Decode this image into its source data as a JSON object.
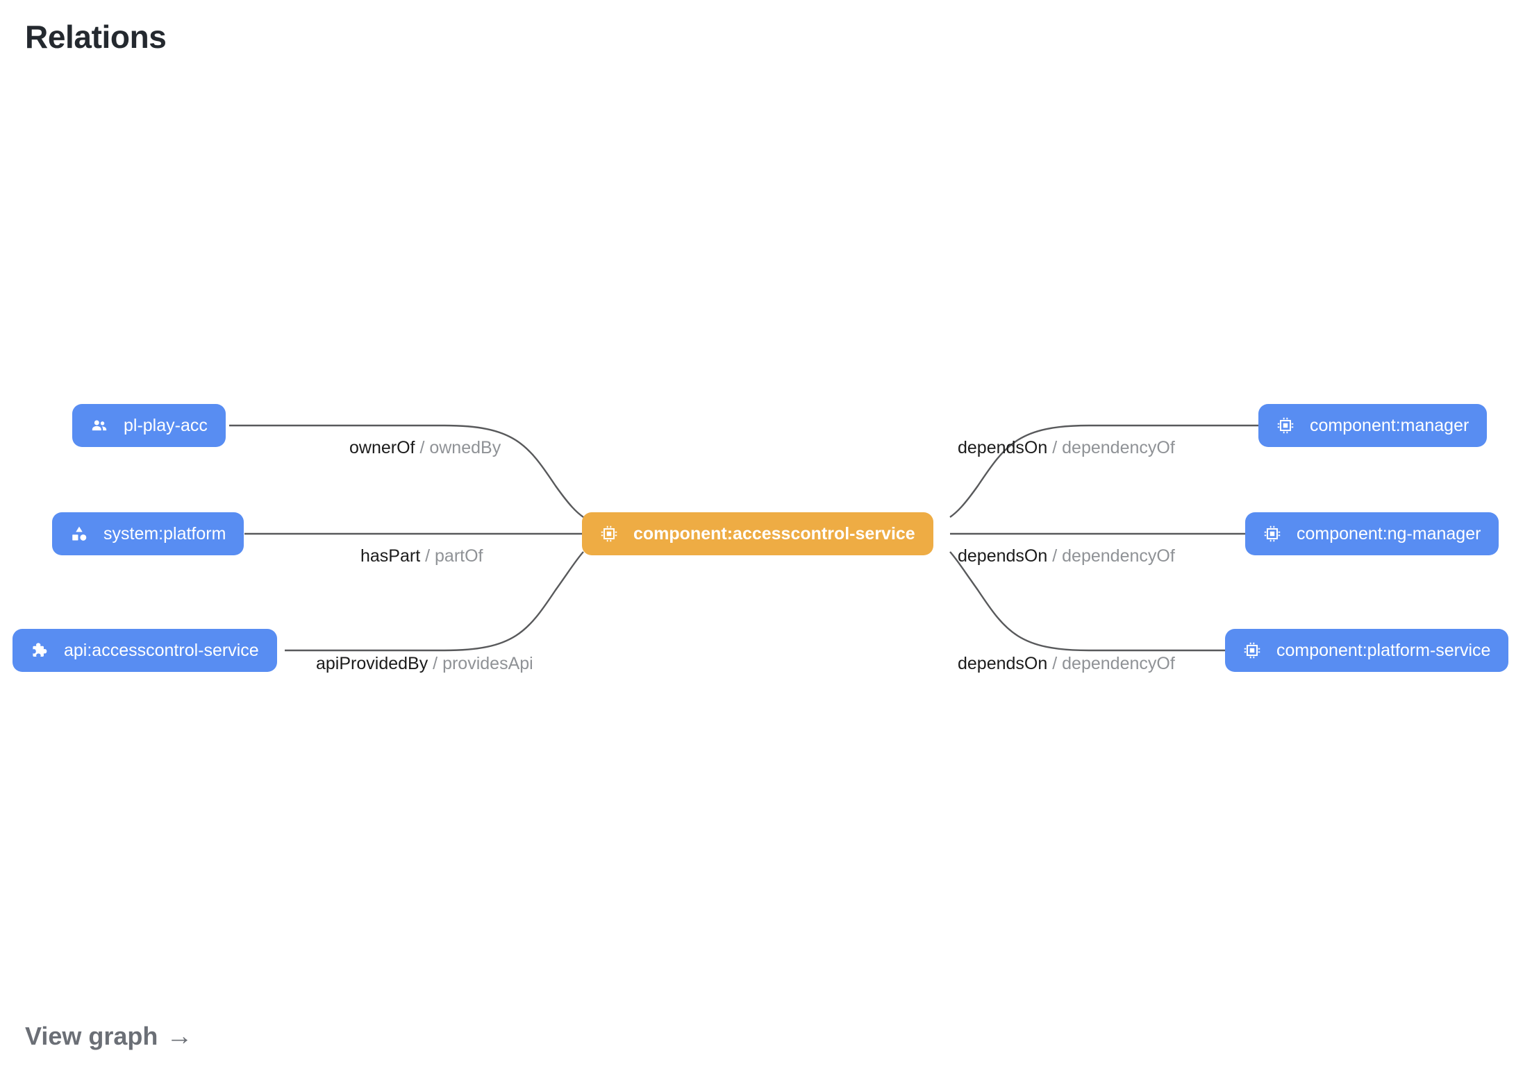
{
  "page": {
    "title": "Relations"
  },
  "footer": {
    "view_graph_label": "View graph",
    "arrow_glyph": "→"
  },
  "colors": {
    "node_default": "#588df2",
    "node_focus": "#eeac44",
    "edge_stroke": "#58595b",
    "label_primary": "#1b1b1b",
    "label_secondary": "#8f9296",
    "title": "#24292f",
    "footer_link": "#6b6f76",
    "background": "#ffffff"
  },
  "graph": {
    "nodes": [
      {
        "id": "owner",
        "label": "pl-play-acc",
        "icon": "group-icon",
        "kind": "group",
        "focus": false
      },
      {
        "id": "system",
        "label": "system:platform",
        "icon": "category-icon",
        "kind": "system",
        "focus": false
      },
      {
        "id": "api",
        "label": "api:accesscontrol-service",
        "icon": "puzzle-piece-icon",
        "kind": "api",
        "focus": false
      },
      {
        "id": "center",
        "label": "component:accesscontrol-service",
        "icon": "memory-chip-icon",
        "kind": "component",
        "focus": true
      },
      {
        "id": "manager",
        "label": "component:manager",
        "icon": "memory-chip-icon",
        "kind": "component",
        "focus": false
      },
      {
        "id": "ngmanager",
        "label": "component:ng-manager",
        "icon": "memory-chip-icon",
        "kind": "component",
        "focus": false
      },
      {
        "id": "platsvc",
        "label": "component:platform-service",
        "icon": "memory-chip-icon",
        "kind": "component",
        "focus": false
      }
    ],
    "edges": [
      {
        "source": "owner",
        "target": "center",
        "forward": "ownerOf",
        "separator": "/",
        "reverse": "ownedBy"
      },
      {
        "source": "system",
        "target": "center",
        "forward": "hasPart",
        "separator": "/",
        "reverse": "partOf"
      },
      {
        "source": "api",
        "target": "center",
        "forward": "apiProvidedBy",
        "separator": "/",
        "reverse": "providesApi"
      },
      {
        "source": "center",
        "target": "manager",
        "forward": "dependsOn",
        "separator": "/",
        "reverse": "dependencyOf"
      },
      {
        "source": "center",
        "target": "ngmanager",
        "forward": "dependsOn",
        "separator": "/",
        "reverse": "dependencyOf"
      },
      {
        "source": "center",
        "target": "platsvc",
        "forward": "dependsOn",
        "separator": "/",
        "reverse": "dependencyOf"
      }
    ]
  }
}
